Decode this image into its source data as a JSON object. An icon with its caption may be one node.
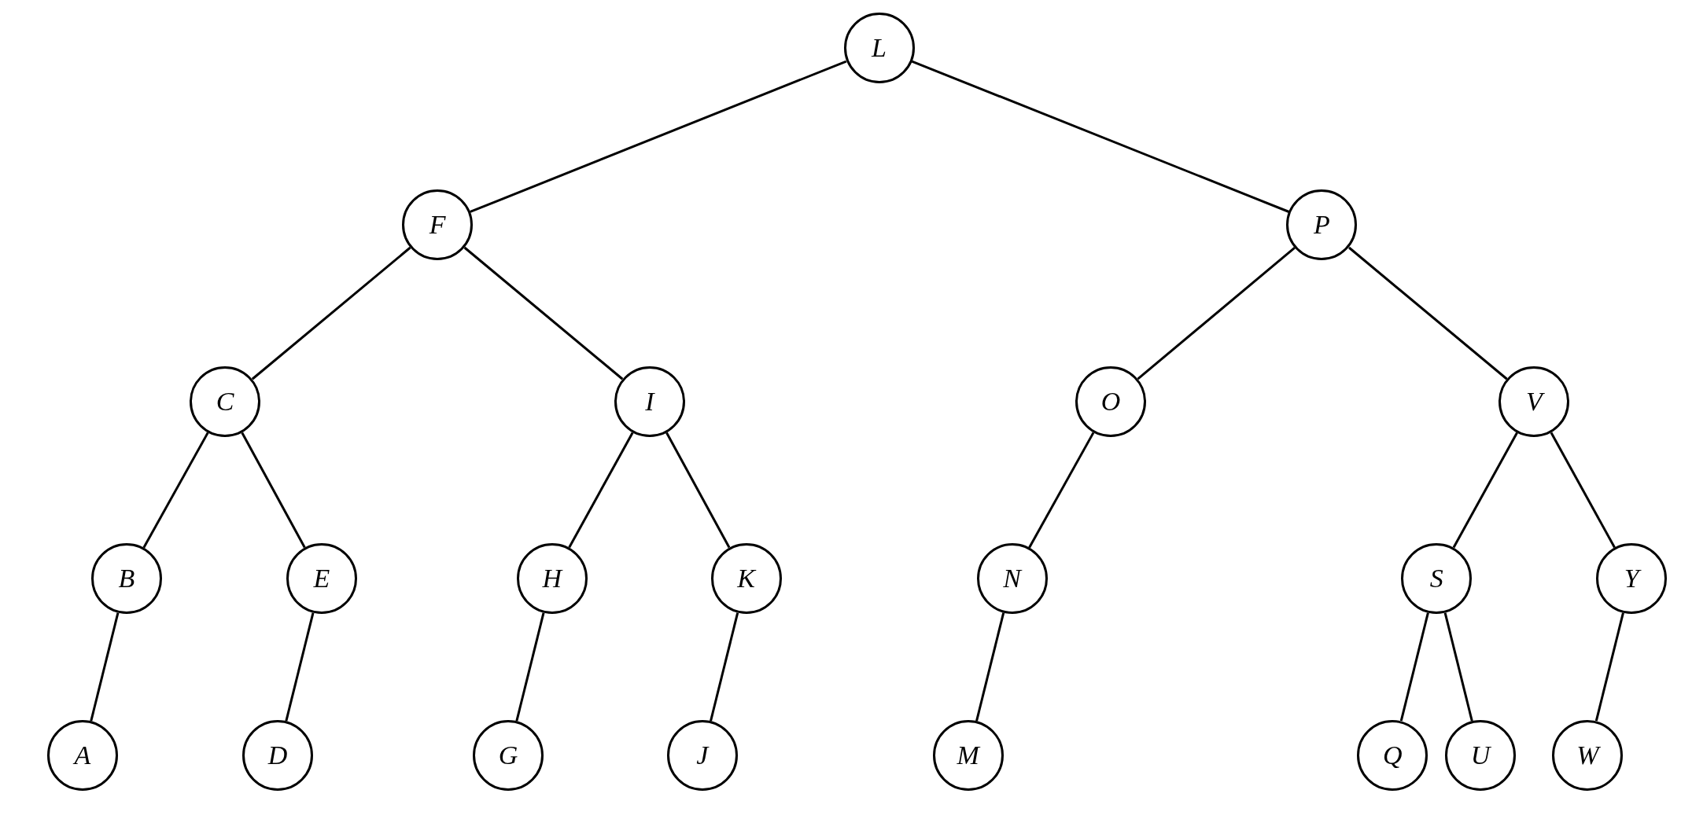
{
  "diagram": {
    "nodes": [
      {
        "text": [
          "L"
        ]
      },
      {
        "text": [
          "F"
        ]
      },
      {
        "text": [
          "P"
        ]
      },
      {
        "text": [
          "C"
        ]
      },
      {
        "text": [
          "I"
        ]
      },
      {
        "text": [
          "O"
        ]
      },
      {
        "text": [
          "V"
        ]
      },
      {
        "text": [
          "B"
        ]
      },
      {
        "text": [
          "E"
        ]
      },
      {
        "text": [
          "H"
        ]
      },
      {
        "text": [
          "K"
        ]
      },
      {
        "text": [
          "N"
        ]
      },
      {
        "text": [
          "S"
        ]
      },
      {
        "text": [
          "Y"
        ]
      },
      {
        "text": [
          "A"
        ]
      },
      {
        "text": [
          "D"
        ]
      },
      {
        "text": [
          "G"
        ]
      },
      {
        "text": [
          "J"
        ]
      },
      {
        "text": [
          "M"
        ]
      },
      {
        "text": [
          "Q"
        ]
      },
      {
        "text": [
          "U"
        ]
      },
      {
        "text": [
          "W"
        ]
      }
    ],
    "edges": [
      {
        "from": 0,
        "to": 1,
        "arrow": "none"
      },
      {
        "from": 0,
        "to": 2,
        "arrow": "none"
      },
      {
        "from": 1,
        "to": 3,
        "arrow": "none"
      },
      {
        "from": 1,
        "to": 4,
        "arrow": "none"
      },
      {
        "from": 2,
        "to": 5,
        "arrow": "none"
      },
      {
        "from": 2,
        "to": 6,
        "arrow": "none"
      },
      {
        "from": 3,
        "to": 7,
        "arrow": "none"
      },
      {
        "from": 3,
        "to": 8,
        "arrow": "none"
      },
      {
        "from": 4,
        "to": 9,
        "arrow": "none"
      },
      {
        "from": 4,
        "to": 10,
        "arrow": "none"
      },
      {
        "from": 5,
        "to": 11,
        "arrow": "none"
      },
      {
        "from": 6,
        "to": 12,
        "arrow": "none"
      },
      {
        "from": 6,
        "to": 13,
        "arrow": "none"
      },
      {
        "from": 7,
        "to": 14,
        "arrow": "none"
      },
      {
        "from": 8,
        "to": 15,
        "arrow": "none"
      },
      {
        "from": 9,
        "to": 16,
        "arrow": "none"
      },
      {
        "from": 10,
        "to": 17,
        "arrow": "none"
      },
      {
        "from": 11,
        "to": 18,
        "arrow": "none"
      },
      {
        "from": 12,
        "to": 19,
        "arrow": "none"
      },
      {
        "from": 12,
        "to": 20,
        "arrow": "none"
      },
      {
        "from": 13,
        "to": 21,
        "arrow": "none"
      }
    ]
  }
}
